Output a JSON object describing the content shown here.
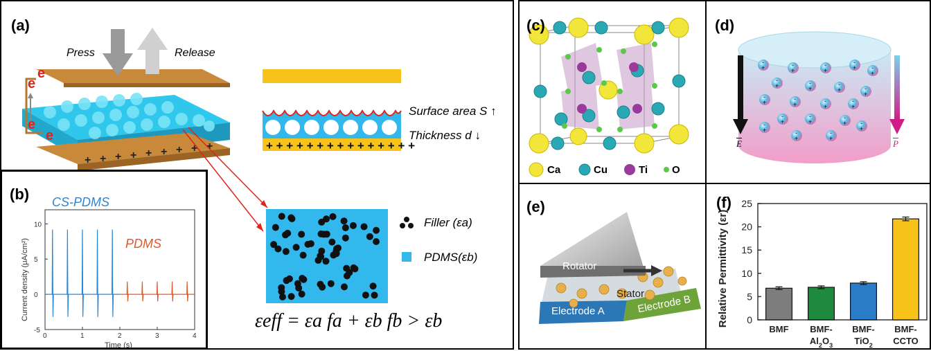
{
  "panels": {
    "a": {
      "label": "(a)",
      "press": "Press",
      "release": "Release",
      "electron": "e",
      "surface": "Surface area S",
      "thickness": "Thickness d",
      "filler": "Filler (εa)",
      "pdms": "PDMS(εb)",
      "equation": "εeff = εa fa + εb fb > εb"
    },
    "b": {
      "label": "(b)"
    },
    "c": {
      "label": "(c)",
      "legend": [
        "Ca",
        "Cu",
        "Ti",
        "O"
      ]
    },
    "d": {
      "label": "(d)",
      "e_vec": "E",
      "p_vec": "P"
    },
    "e": {
      "label": "(e)",
      "rotator": "Rotator",
      "stator": "Stator",
      "electrode_a": "Electrode A",
      "electrode_b": "Electrode B"
    },
    "f": {
      "label": "(f)"
    }
  },
  "colors": {
    "copper": "#c8893a",
    "gold": "#f7c21a",
    "cyan": "#4fd3f0",
    "pdms_blue": "#33b8ee",
    "red": "#e0241b",
    "blue_curve": "#2a86d6",
    "red_curve": "#e0582a",
    "bar_gray": "#7d7d7d",
    "bar_green": "#1f8a3f",
    "bar_blue": "#2a7cc7",
    "bar_yellow": "#f7c21a"
  },
  "chart_data": [
    {
      "type": "line",
      "panel": "b",
      "xlabel": "Time (s)",
      "ylabel": "Current density (μA/cm²)",
      "xticks": [
        "0",
        "1",
        "2",
        "3",
        "4"
      ],
      "yticks": [
        "-5",
        "0",
        "5",
        "10"
      ],
      "xlim": [
        0,
        4
      ],
      "ylim": [
        -5,
        12
      ],
      "series": [
        {
          "name": "CS-PDMS",
          "peaks_t": [
            0.2,
            0.6,
            1.0,
            1.4,
            1.8
          ],
          "peak_high": 9.2,
          "peak_low": -3.2
        },
        {
          "name": "PDMS",
          "peaks_t": [
            2.2,
            2.6,
            3.0,
            3.4,
            3.8
          ],
          "peak_high": 1.8,
          "peak_low": -1.0
        }
      ]
    },
    {
      "type": "bar",
      "panel": "f",
      "ylabel": "Relative Permittivity (εr)",
      "categories": [
        "BMF",
        "BMF-Al2O3",
        "BMF-TiO2",
        "BMF-CCTO"
      ],
      "category_lines": [
        [
          "BMF"
        ],
        [
          "BMF-",
          "Al",
          "2",
          "O",
          "3"
        ],
        [
          "BMF-",
          "TiO",
          "2"
        ],
        [
          "BMF-",
          "CCTO"
        ]
      ],
      "values": [
        6.8,
        7.0,
        7.9,
        21.7
      ],
      "errors": [
        0.3,
        0.3,
        0.3,
        0.4
      ],
      "yticks": [
        "0",
        "5",
        "10",
        "15",
        "20",
        "25"
      ],
      "ylim": [
        0,
        25
      ]
    }
  ]
}
